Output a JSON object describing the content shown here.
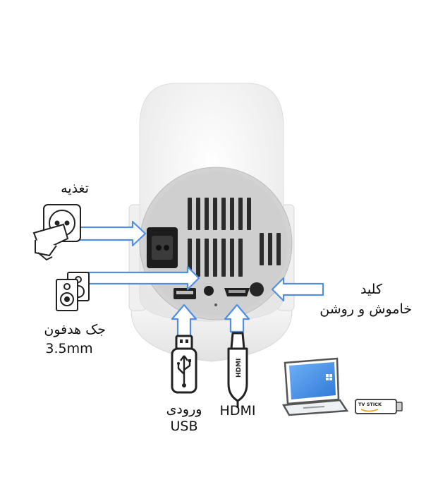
{
  "labels": {
    "power": "تغذیه",
    "headphone_line1": "جک هدفون",
    "headphone_line2": "3.5mm",
    "power_key_line1": "کلید",
    "power_key_line2": "خاموش و روشن",
    "usb_line1": "ورودی",
    "usb_line2": "USB",
    "hdmi": "HDMI"
  },
  "device_marks": {
    "hdmi_plug_text": "HDMI",
    "tv_stick_text": "TV STICK"
  },
  "colors": {
    "arrow": "#4f8ee0",
    "projector_body": "#f1f1f1",
    "panel": "#d4d4d4",
    "vents": "#2a2a2a",
    "laptop_screen": "#3a86e6",
    "tv_stick_accent": "#f29a1a"
  }
}
